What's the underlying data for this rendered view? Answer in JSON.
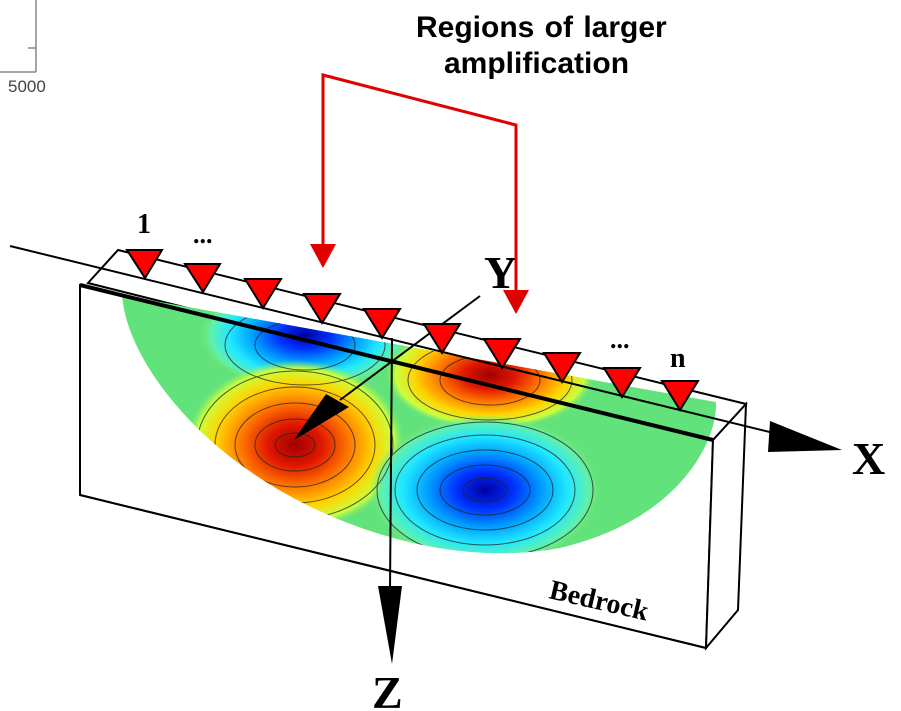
{
  "annotation": {
    "line1": "Regions of larger",
    "line2": "amplification"
  },
  "axes": {
    "x": "X",
    "y": "Y",
    "z": "Z"
  },
  "stations": {
    "first": "1",
    "ellipsis_left": "...",
    "ellipsis_right": "...",
    "last": "n"
  },
  "bedrock_label": "Bedrock",
  "residual_tick": "5000",
  "colors": {
    "arrow": "#e00000",
    "station_marker": "#ff0000",
    "amplification_positive": "#d40000",
    "amplification_negative": "#0010c8",
    "background_field": "#55e07a"
  }
}
